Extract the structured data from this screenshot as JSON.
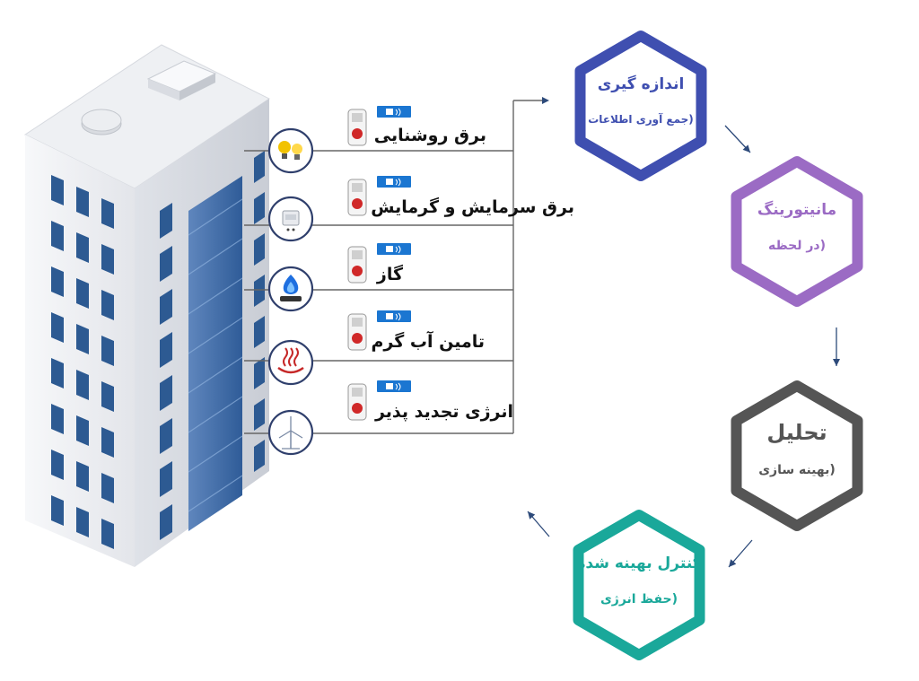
{
  "sources": [
    {
      "id": "lighting",
      "label": "برق روشنایی",
      "icon": "lightbulb-icon"
    },
    {
      "id": "hvac",
      "label": "برق سرمایش و گرمایش",
      "icon": "air-conditioner-icon"
    },
    {
      "id": "gas",
      "label": "گاز",
      "icon": "gas-flame-icon"
    },
    {
      "id": "hotwater",
      "label": "تامین آب گرم",
      "icon": "heating-icon"
    },
    {
      "id": "renewable",
      "label": "انرژی تجدید پذیر",
      "icon": "wind-turbine-icon"
    }
  ],
  "steps": [
    {
      "id": "measure",
      "title": "اندازه گیری",
      "subtitle": "(جمع آوری اطلاعات",
      "color": "#3f4fb0"
    },
    {
      "id": "monitor",
      "title": "مانیتورینگ",
      "subtitle": "(در لحظه",
      "color": "#9b6bc4"
    },
    {
      "id": "analysis",
      "title": "تحلیل",
      "subtitle": "(بهینه سازی",
      "color": "#555555"
    },
    {
      "id": "control",
      "title": "کنترل بهینه شده",
      "subtitle": "(حفظ انرژی",
      "color": "#1aa89a"
    }
  ],
  "colors": {
    "building": "#f2f3f5",
    "window": "#2d5a92",
    "wire": "#555555",
    "meter_red": "#d02828",
    "wifi_badge": "#1b76d1"
  }
}
